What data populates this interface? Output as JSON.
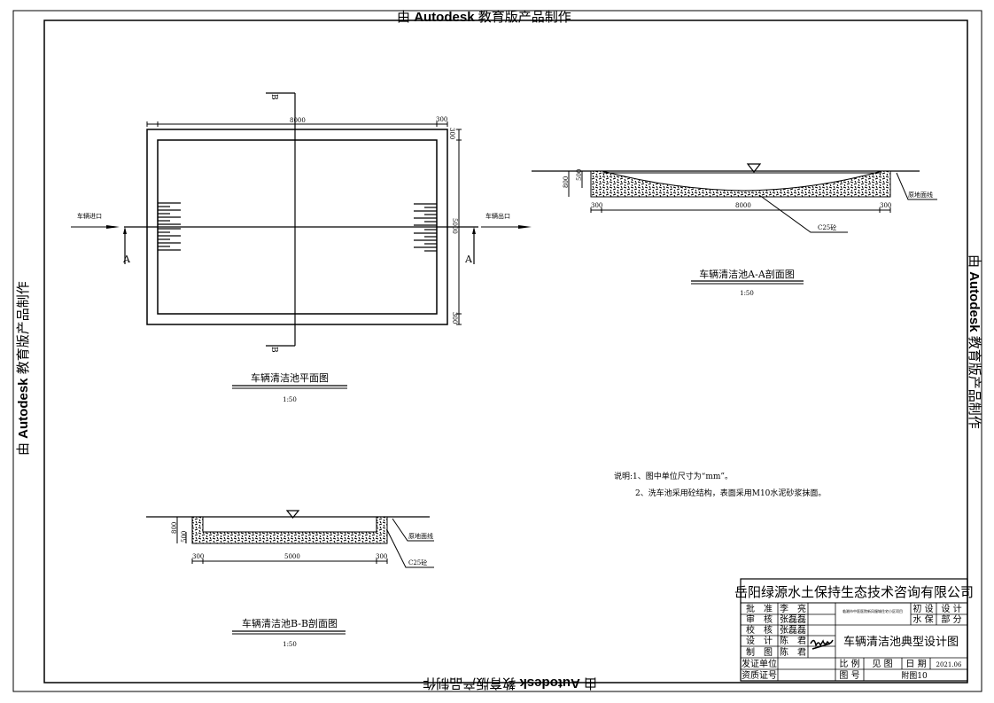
{
  "watermark": {
    "prefix": "由",
    "brand": "Autodesk",
    "suffix": "教育版产品制作"
  },
  "plan": {
    "title": "车辆清洁池平面图",
    "scale": "1:50",
    "entry_label": "车辆进口",
    "exit_label": "车辆出口",
    "section_a": "A",
    "section_b": "B",
    "dim_length": "8000",
    "dim_wall": "300",
    "dim_width": "5000"
  },
  "section_aa": {
    "title": "车辆清洁池A-A剖面图",
    "scale": "1:50",
    "dim_total_depth": "800",
    "dim_depth": "500",
    "dim_left": "300",
    "dim_middle": "8000",
    "dim_right": "300",
    "material": "C25砼",
    "ground_line": "原地面线"
  },
  "section_bb": {
    "title": "车辆清洁池B-B剖面图",
    "scale": "1:50",
    "dim_total_depth": "800",
    "dim_depth": "500",
    "dim_left": "300",
    "dim_middle": "5000",
    "dim_right": "300",
    "material": "C25砼",
    "ground_line": "原地面线"
  },
  "notes": {
    "line1": "说明:1、图中单位尺寸为“mm”。",
    "line2": "2、洗车池采用砼结构，表面采用M10水泥砂浆抹面。"
  },
  "title_block": {
    "company": "岳阳绿源水土保持生态技术咨询有限公司",
    "project": "临湘市中医医院新风服城住宅小区项目",
    "drawing_title": "车辆清洁池典型设计图",
    "roles": [
      {
        "role": "批　准",
        "name": "李　亮"
      },
      {
        "role": "审　核",
        "name": "张磊磊"
      },
      {
        "role": "校　核",
        "name": "张磊磊"
      },
      {
        "role": "设　计",
        "name": "陈　君"
      },
      {
        "role": "制　图",
        "name": "陈　君"
      }
    ],
    "stage_label": "初 设",
    "stage_value": "设 计",
    "part_label": "水 保",
    "part_value": "部 分",
    "cert_unit": "发证单位",
    "cert_no": "资质证号",
    "scale_label": "比 例",
    "scale_value": "见 图",
    "date_label": "日 期",
    "date_value": "2021.06",
    "drawing_no_label": "图 号",
    "drawing_no_value": "附图10"
  }
}
